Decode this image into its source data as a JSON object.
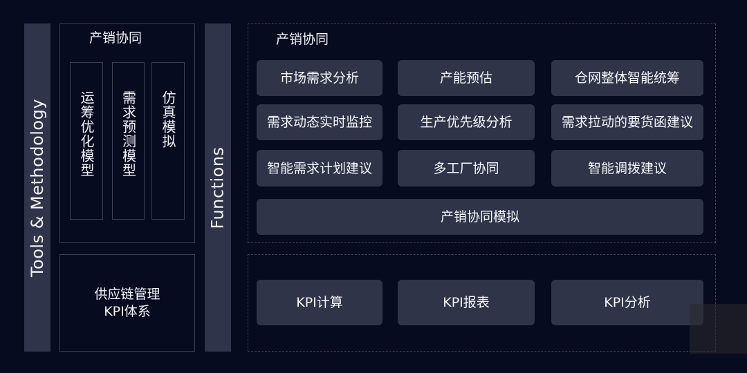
{
  "tools": {
    "label": "Tools & Methodology",
    "group_title": "产销协同",
    "models": [
      "运筹优化模型",
      "需求预测模型",
      "仿真模拟"
    ],
    "kpi_system": [
      "供应链管理",
      "KPI体系"
    ]
  },
  "functions": {
    "label": "Functions",
    "group_title": "产销协同",
    "items": [
      "市场需求分析",
      "产能预估",
      "仓网整体智能统筹",
      "需求动态实时监控",
      "生产优先级分析",
      "需求拉动的要货函建议",
      "智能需求计划建议",
      "多工厂协同",
      "智能调拨建议",
      "产销协同模拟"
    ],
    "kpi_items": [
      "KPI计算",
      "KPI报表",
      "KPI分析"
    ]
  }
}
